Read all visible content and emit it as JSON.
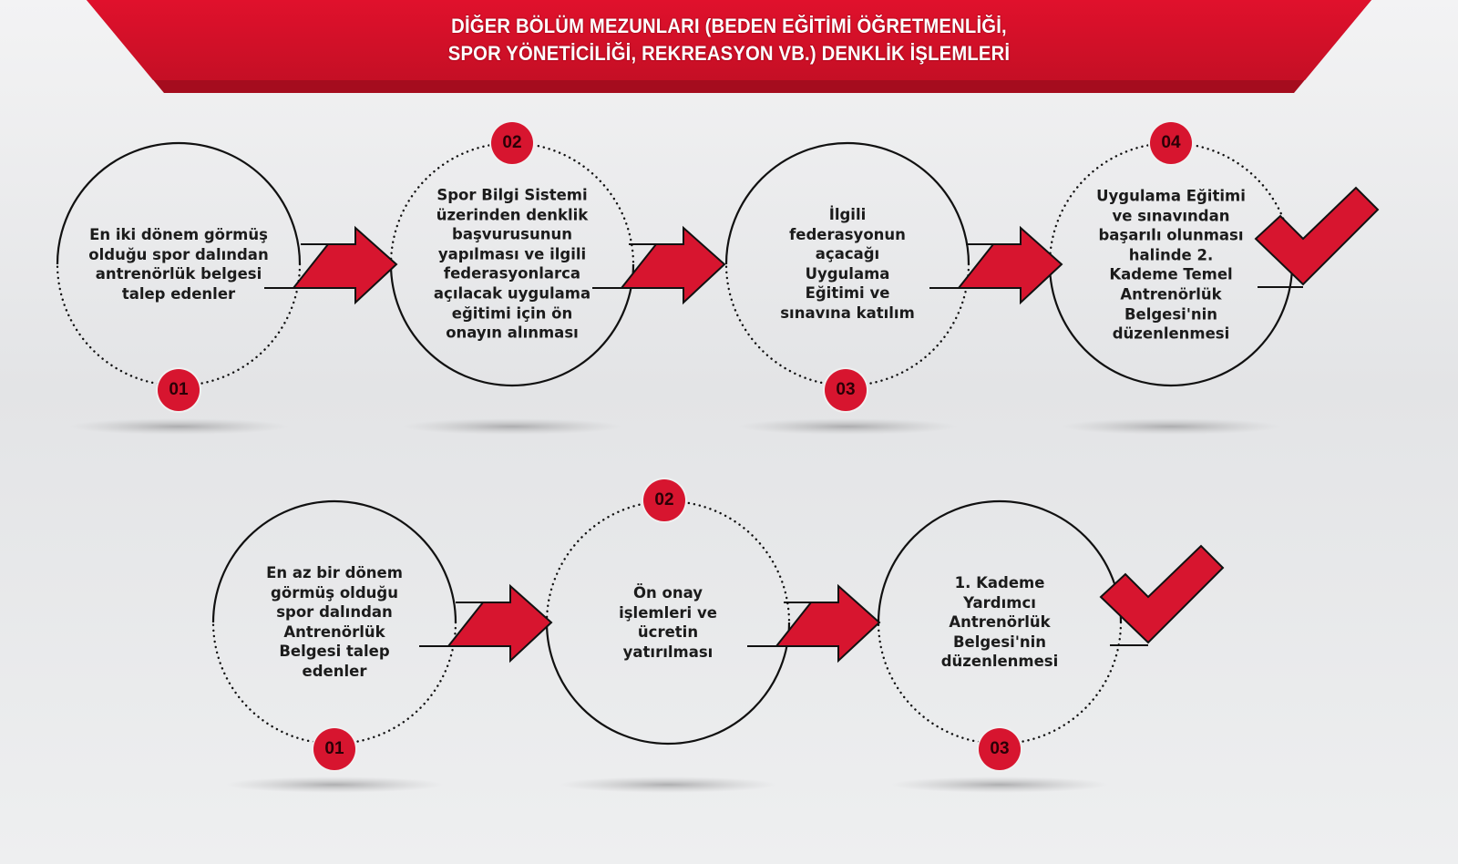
{
  "header": {
    "title_line1": "DİĞER BÖLÜM MEZUNLARI (BEDEN EĞİTİMİ ÖĞRETMENLİĞİ,",
    "title_line2": "SPOR YÖNETİCİLİĞİ, REKREASYON VB.) DENKLİK İŞLEMLERİ"
  },
  "colors": {
    "accent": "#d7152f",
    "text": "#1b1b1b"
  },
  "rows": [
    {
      "steps": [
        {
          "number": "01",
          "text": "En iki dönem görmüş olduğu spor dalından antrenörlük belgesi talep edenler"
        },
        {
          "number": "02",
          "text": "Spor Bilgi Sistemi üzerinden denklik başvurusunun yapılması ve ilgili federasyonlarca açılacak uygulama eğitimi için ön onayın alınması"
        },
        {
          "number": "03",
          "text": "İlgili federasyonun açacağı Uygulama Eğitimi ve sınavına katılım"
        },
        {
          "number": "04",
          "text": "Uygulama Eğitimi ve sınavından başarılı olunması halinde 2. Kademe Temel Antrenörlük Belgesi'nin düzenlenmesi"
        }
      ]
    },
    {
      "steps": [
        {
          "number": "01",
          "text": "En az bir dönem görmüş olduğu spor dalından Antrenörlük Belgesi talep edenler"
        },
        {
          "number": "02",
          "text": "Ön onay işlemleri ve ücretin yatırılması"
        },
        {
          "number": "03",
          "text": "1. Kademe Yardımcı Antrenörlük Belgesi'nin düzenlenmesi"
        }
      ]
    }
  ],
  "icons": [
    "arrow-right-icon",
    "checkmark-icon"
  ]
}
